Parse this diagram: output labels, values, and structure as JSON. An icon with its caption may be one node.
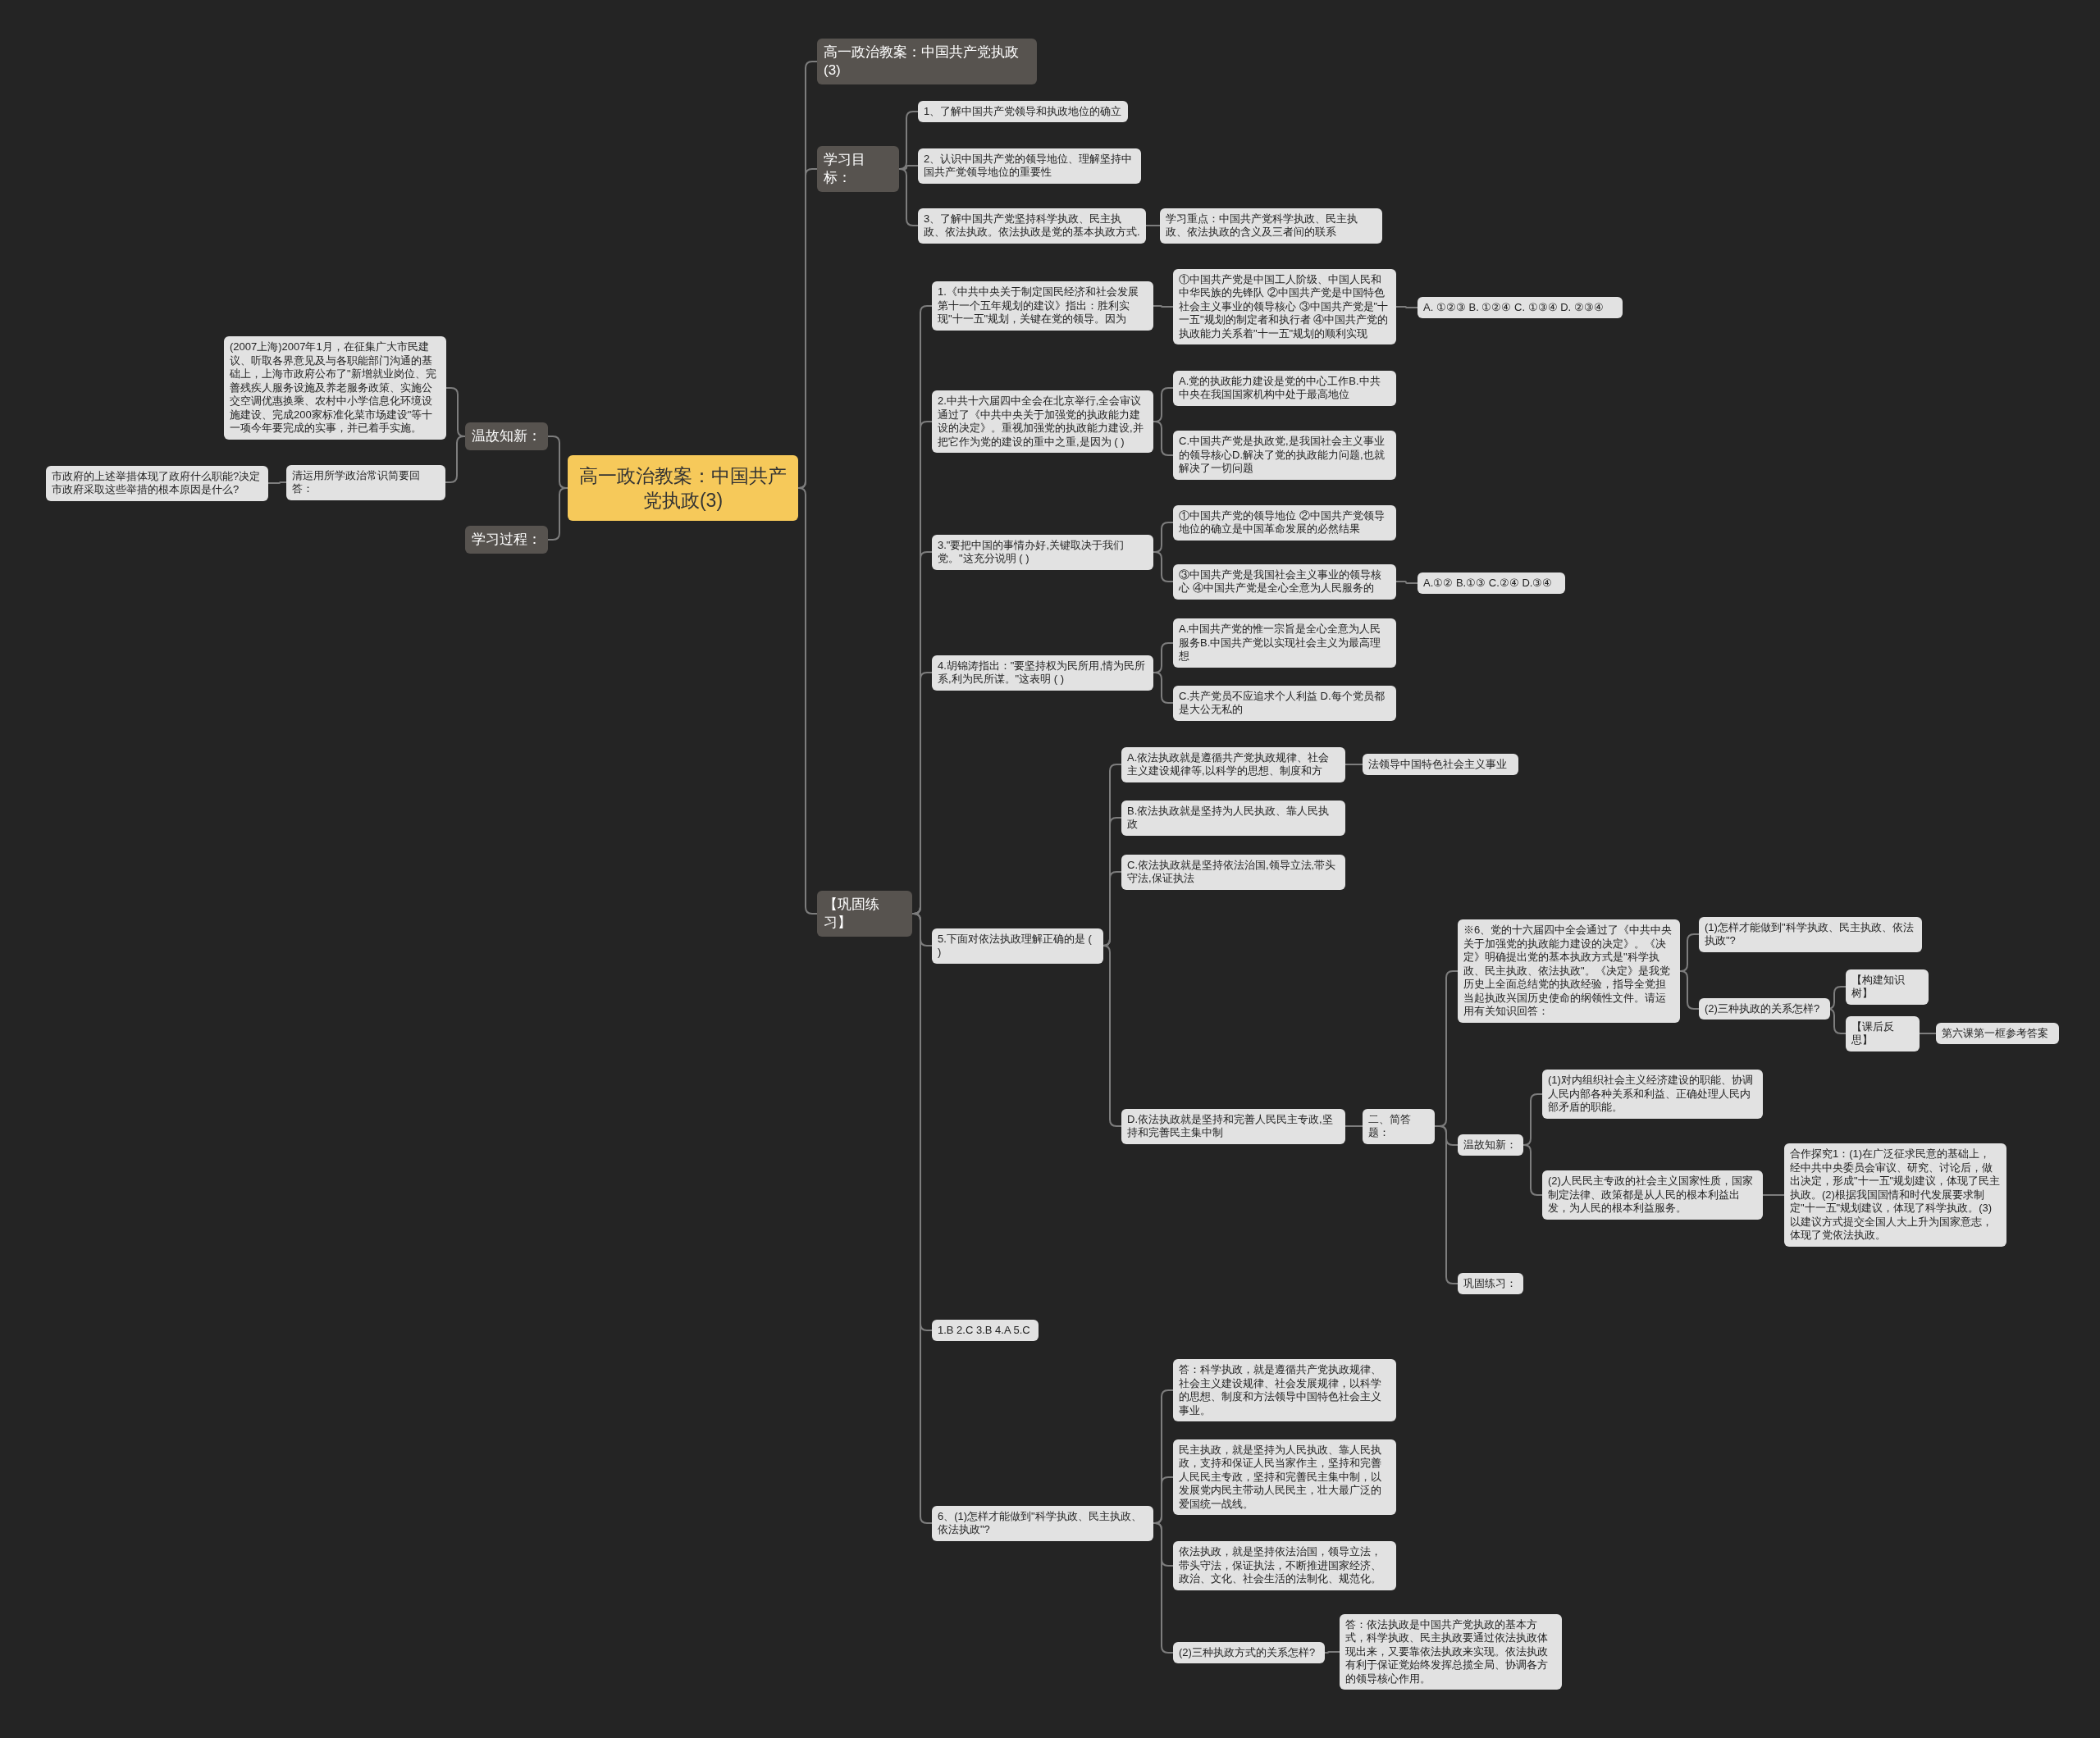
{
  "diagram": {
    "nodes": [
      {
        "text": [
          "高一政治教案：中国共产党执政(3)"
        ]
      },
      {
        "text": [
          "温故知新："
        ]
      },
      {
        "text": [
          "(2007上海)2007年1月，在征集广大市民建议、听取各界意见及与各职能部门沟通的基础上，上海市政府公布了\"新增就业岗位、完善残疾人服务设施及养老服务政策、实施公交空调优惠换乘、农村中小学信息化环境设施建设、完成200家标准化菜市场建设\"等十一项今年要完成的实事，并已着手实施。"
        ]
      },
      {
        "text": [
          "清运用所学政治常识简要回答："
        ]
      },
      {
        "text": [
          "市政府的上述举措体现了政府什么职能?决定市政府采取这些举措的根本原因是什么?"
        ]
      },
      {
        "text": [
          "学习过程："
        ]
      },
      {
        "text": [
          "高一政治教案：中国共产党执政(3)"
        ]
      },
      {
        "text": [
          "学习目标："
        ]
      },
      {
        "text": [
          "1、了解中国共产党领导和执政地位的确立"
        ]
      },
      {
        "text": [
          "2、认识中国共产党的领导地位、理解坚持中国共产党领导地位的重要性"
        ]
      },
      {
        "text": [
          "3、了解中国共产党坚持科学执政、民主执政、依法执政。依法执政是党的基本执政方式."
        ]
      },
      {
        "text": [
          "学习重点：中国共产党科学执政、民主执政、依法执政的含义及三者间的联系"
        ]
      },
      {
        "text": [
          "【巩固练习】"
        ]
      },
      {
        "text": [
          "1.《中共中央关于制定国民经济和社会发展第十一个五年规划的建议》指出：胜利实现\"十一五\"规划，关键在党的领导。因为"
        ]
      },
      {
        "text": [
          "①中国共产党是中国工人阶级、中国人民和中华民族的先锋队 ②中国共产党是中国特色社会主义事业的领导核心 ③中国共产党是\"十一五\"规划的制定者和执行者 ④中国共产党的执政能力关系着\"十一五\"规划的顺利实现"
        ]
      },
      {
        "text": [
          "A. ①②③ B. ①②④ C. ①③④ D. ②③④"
        ]
      },
      {
        "text": [
          "2.中共十六届四中全会在北京举行,全会审议通过了《中共中央关于加强党的执政能力建设的决定》。重视加强党的执政能力建设,并把它作为党的建设的重中之重,是因为 ( )"
        ]
      },
      {
        "text": [
          "A.党的执政能力建设是党的中心工作B.中共中央在我国国家机构中处于最高地位"
        ]
      },
      {
        "text": [
          "C.中国共产党是执政党,是我国社会主义事业的领导核心D.解决了党的执政能力问题,也就解决了一切问题"
        ]
      },
      {
        "text": [
          "3.\"要把中国的事情办好,关键取决于我们党。\"这充分说明 ( )"
        ]
      },
      {
        "text": [
          "①中国共产党的领导地位 ②中国共产党领导地位的确立是中国革命发展的必然结果"
        ]
      },
      {
        "text": [
          "③中国共产党是我国社会主义事业的领导核心 ④中国共产党是全心全意为人民服务的"
        ]
      },
      {
        "text": [
          "A.①② B.①③ C.②④ D.③④"
        ]
      },
      {
        "text": [
          "4.胡锦涛指出：\"要坚持权为民所用,情为民所系,利为民所谋。\"这表明 ( )"
        ]
      },
      {
        "text": [
          "A.中国共产党的惟一宗旨是全心全意为人民服务B.中国共产党以实现社会主义为最高理想"
        ]
      },
      {
        "text": [
          "C.共产党员不应追求个人利益 D.每个党员都是大公无私的"
        ]
      },
      {
        "text": [
          "5.下面对依法执政理解正确的是 ( )"
        ]
      },
      {
        "text": [
          "A.依法执政就是遵循共产党执政规律、社会主义建设规律等,以科学的思想、制度和方"
        ]
      },
      {
        "text": [
          "法领导中国特色社会主义事业"
        ]
      },
      {
        "text": [
          "B.依法执政就是坚持为人民执政、靠人民执政"
        ]
      },
      {
        "text": [
          "C.依法执政就是坚持依法治国,领导立法,带头守法,保证执法"
        ]
      },
      {
        "text": [
          "D.依法执政就是坚持和完善人民民主专政,坚持和完善民主集中制"
        ]
      },
      {
        "text": [
          "二、简答题："
        ]
      },
      {
        "text": [
          "※6、党的十六届四中全会通过了《中共中央关于加强党的执政能力建设的决定》。《决定》明确提出党的基本执政方式是\"科学执政、民主执政、依法执政\"。《决定》是我党历史上全面总结党的执政经验，指导全党担当起执政兴国历史使命的纲领性文件。请运用有关知识回答："
        ]
      },
      {
        "text": [
          "(1)怎样才能做到\"科学执政、民主执政、依法执政\"?"
        ]
      },
      {
        "text": [
          "(2)三种执政的关系怎样?"
        ]
      },
      {
        "text": [
          "【构建知识树】"
        ]
      },
      {
        "text": [
          "【课后反思】"
        ]
      },
      {
        "text": [
          "第六课第一框参考答案"
        ]
      },
      {
        "text": [
          "温故知新："
        ]
      },
      {
        "text": [
          "(1)对内组织社会主义经济建设的职能、协调人民内部各种关系和利益、正确处理人民内部矛盾的职能。"
        ]
      },
      {
        "text": [
          "(2)人民民主专政的社会主义国家性质，国家制定法律、政策都是从人民的根本利益出发，为人民的根本利益服务。"
        ]
      },
      {
        "text": [
          "合作探究1：(1)在广泛征求民意的基础上，经中共中央委员会审议、研究、讨论后，做出决定，形成\"十一五\"规划建议，体现了民主执政。(2)根据我国国情和时代发展要求制定\"十一五\"规划建议，体现了科学执政。(3)以建议方式提交全国人大上升为国家意志，体现了党依法执政。"
        ]
      },
      {
        "text": [
          "巩固练习："
        ]
      },
      {
        "text": [
          "1.B 2.C 3.B 4.A 5.C"
        ]
      },
      {
        "text": [
          "6、(1)怎样才能做到\"科学执政、民主执政、依法执政\"?"
        ]
      },
      {
        "text": [
          "答：科学执政，就是遵循共产党执政规律、社会主义建设规律、社会发展规律，以科学的思想、制度和方法领导中国特色社会主义事业。"
        ]
      },
      {
        "text": [
          "民主执政，就是坚持为人民执政、靠人民执政，支持和保证人民当家作主，坚持和完善人民民主专政，坚持和完善民主集中制，以发展党内民主带动人民民主，壮大最广泛的爱国统一战线。"
        ]
      },
      {
        "text": [
          "依法执政，就是坚持依法治国，领导立法，带头守法，保证执法，不断推进国家经济、政治、文化、社会生活的法制化、规范化。"
        ]
      },
      {
        "text": [
          "(2)三种执政方式的关系怎样?"
        ]
      },
      {
        "text": [
          "答：依法执政是中国共产党执政的基本方式，科学执政、民主执政要通过依法执政体现出来，又要靠依法执政来实现。依法执政有利于保证党始终发挥总揽全局、协调各方的领导核心作用。"
        ]
      }
    ],
    "edges": [
      {
        "from": 0,
        "to": 1,
        "arrow": "none"
      },
      {
        "from": 1,
        "to": 2,
        "arrow": "none"
      },
      {
        "from": 1,
        "to": 3,
        "arrow": "none"
      },
      {
        "from": 3,
        "to": 4,
        "arrow": "none"
      },
      {
        "from": 0,
        "to": 5,
        "arrow": "none"
      },
      {
        "from": 0,
        "to": 6,
        "arrow": "none"
      },
      {
        "from": 0,
        "to": 7,
        "arrow": "none"
      },
      {
        "from": 7,
        "to": 8,
        "arrow": "none"
      },
      {
        "from": 7,
        "to": 9,
        "arrow": "none"
      },
      {
        "from": 7,
        "to": 10,
        "arrow": "none"
      },
      {
        "from": 10,
        "to": 11,
        "arrow": "none"
      },
      {
        "from": 0,
        "to": 12,
        "arrow": "none"
      },
      {
        "from": 12,
        "to": 13,
        "arrow": "none"
      },
      {
        "from": 13,
        "to": 14,
        "arrow": "none"
      },
      {
        "from": 14,
        "to": 15,
        "arrow": "none"
      },
      {
        "from": 12,
        "to": 16,
        "arrow": "none"
      },
      {
        "from": 16,
        "to": 17,
        "arrow": "none"
      },
      {
        "from": 16,
        "to": 18,
        "arrow": "none"
      },
      {
        "from": 12,
        "to": 19,
        "arrow": "none"
      },
      {
        "from": 19,
        "to": 20,
        "arrow": "none"
      },
      {
        "from": 19,
        "to": 21,
        "arrow": "none"
      },
      {
        "from": 21,
        "to": 22,
        "arrow": "none"
      },
      {
        "from": 12,
        "to": 23,
        "arrow": "none"
      },
      {
        "from": 23,
        "to": 24,
        "arrow": "none"
      },
      {
        "from": 23,
        "to": 25,
        "arrow": "none"
      },
      {
        "from": 12,
        "to": 26,
        "arrow": "none"
      },
      {
        "from": 26,
        "to": 27,
        "arrow": "none"
      },
      {
        "from": 27,
        "to": 28,
        "arrow": "none"
      },
      {
        "from": 26,
        "to": 29,
        "arrow": "none"
      },
      {
        "from": 26,
        "to": 30,
        "arrow": "none"
      },
      {
        "from": 26,
        "to": 31,
        "arrow": "none"
      },
      {
        "from": 31,
        "to": 32,
        "arrow": "none"
      },
      {
        "from": 32,
        "to": 33,
        "arrow": "none"
      },
      {
        "from": 33,
        "to": 34,
        "arrow": "none"
      },
      {
        "from": 33,
        "to": 35,
        "arrow": "none"
      },
      {
        "from": 35,
        "to": 36,
        "arrow": "none"
      },
      {
        "from": 35,
        "to": 37,
        "arrow": "none"
      },
      {
        "from": 37,
        "to": 38,
        "arrow": "none"
      },
      {
        "from": 32,
        "to": 39,
        "arrow": "none"
      },
      {
        "from": 39,
        "to": 40,
        "arrow": "none"
      },
      {
        "from": 39,
        "to": 41,
        "arrow": "none"
      },
      {
        "from": 41,
        "to": 42,
        "arrow": "none"
      },
      {
        "from": 32,
        "to": 43,
        "arrow": "none"
      },
      {
        "from": 12,
        "to": 44,
        "arrow": "none"
      },
      {
        "from": 12,
        "to": 45,
        "arrow": "none"
      },
      {
        "from": 45,
        "to": 46,
        "arrow": "none"
      },
      {
        "from": 45,
        "to": 47,
        "arrow": "none"
      },
      {
        "from": 45,
        "to": 48,
        "arrow": "none"
      },
      {
        "from": 45,
        "to": 49,
        "arrow": "none"
      },
      {
        "from": 49,
        "to": 50,
        "arrow": "none"
      }
    ]
  }
}
